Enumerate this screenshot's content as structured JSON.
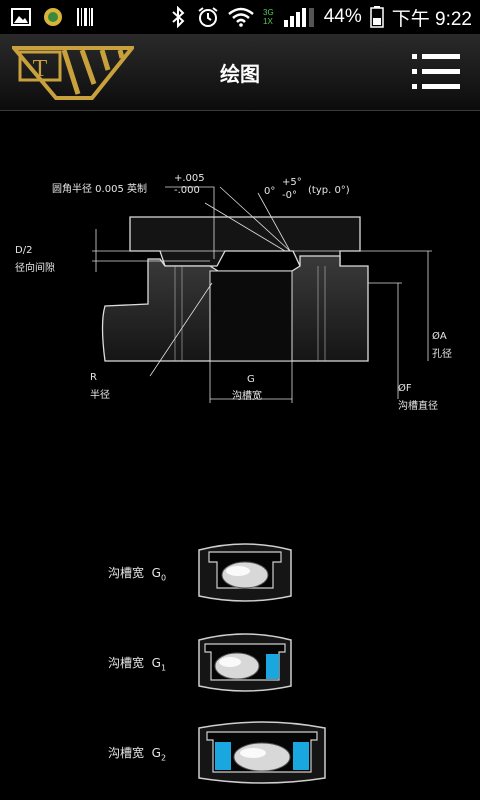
{
  "status_bar": {
    "network_types": "3G",
    "network_sub": "1X",
    "battery": "44%",
    "time": "下午 9:22"
  },
  "app_bar": {
    "title": "绘图",
    "logo_letter": "T"
  },
  "drawing": {
    "corner_radius_label": "圆角半径 0.005 英制",
    "tolerance_plus": "+.005",
    "tolerance_minus": "-.000",
    "angle_zero": "0°",
    "angle_plus": "+5°",
    "angle_minus": "-0°",
    "angle_typ": "(typ. 0°)",
    "d2_label": "D/2",
    "d2_desc": "径向间隙",
    "r_label": "R",
    "r_desc": "半径",
    "g_label": "G",
    "g_desc": "沟槽宽",
    "a_label": "ØA",
    "a_desc": "孔径",
    "f_label": "ØF",
    "f_desc": "沟槽直径"
  },
  "groove_types": [
    {
      "label": "沟槽宽",
      "symbol": "G",
      "sub": "0",
      "backups": 0
    },
    {
      "label": "沟槽宽",
      "symbol": "G",
      "sub": "1",
      "backups": 1
    },
    {
      "label": "沟槽宽",
      "symbol": "G",
      "sub": "2",
      "backups": 2
    }
  ],
  "colors": {
    "logo_gold": "#c8a03c",
    "backup_ring": "#1aa7e0",
    "background": "#000000"
  }
}
